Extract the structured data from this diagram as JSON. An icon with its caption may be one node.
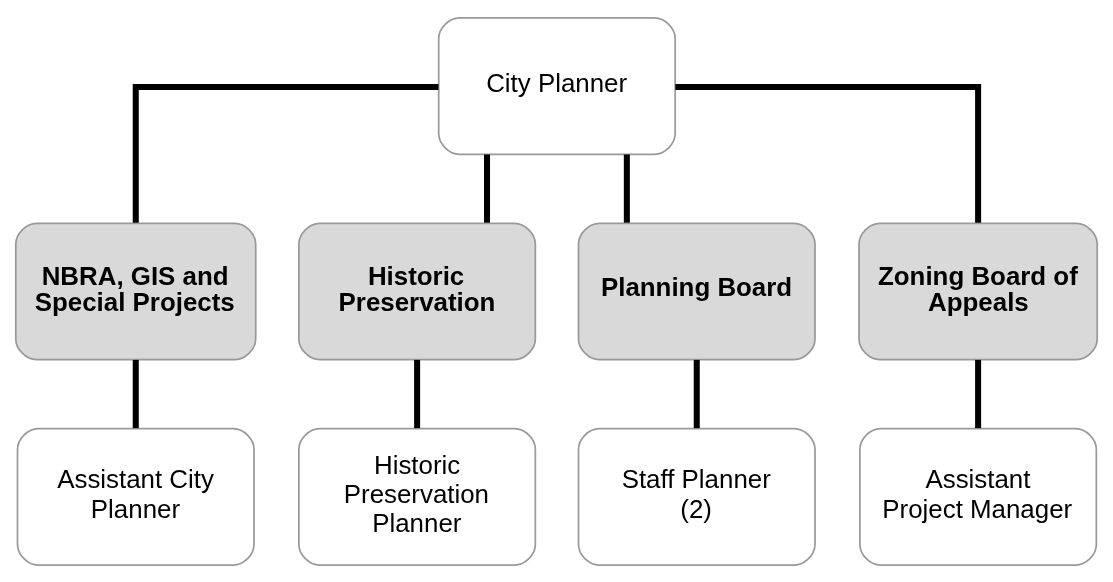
{
  "diagram": {
    "nodes": [
      {
        "text": [
          "City Planner"
        ]
      },
      {
        "text": [
          "NBRA, GIS and Special Projects"
        ]
      },
      {
        "text": [
          "Historic Preservation"
        ]
      },
      {
        "text": [
          "Planning Board"
        ]
      },
      {
        "text": [
          "Zoning Board of Appeals"
        ]
      },
      {
        "text": [
          "Assistant City Planner"
        ]
      },
      {
        "text": [
          "Historic Preservation Planner"
        ]
      },
      {
        "text": [
          "Staff Planner (2)"
        ]
      },
      {
        "text": [
          "Assistant Project Manager"
        ]
      }
    ],
    "edges": [
      {
        "from": 0,
        "to": 1,
        "arrow": "none"
      },
      {
        "from": 0,
        "to": 2,
        "arrow": "none"
      },
      {
        "from": 0,
        "to": 3,
        "arrow": "none"
      },
      {
        "from": 0,
        "to": 4,
        "arrow": "none"
      },
      {
        "from": 1,
        "to": 5,
        "arrow": "none"
      },
      {
        "from": 2,
        "to": 6,
        "arrow": "none"
      },
      {
        "from": 3,
        "to": 7,
        "arrow": "none"
      },
      {
        "from": 4,
        "to": 8,
        "arrow": "none"
      }
    ]
  }
}
